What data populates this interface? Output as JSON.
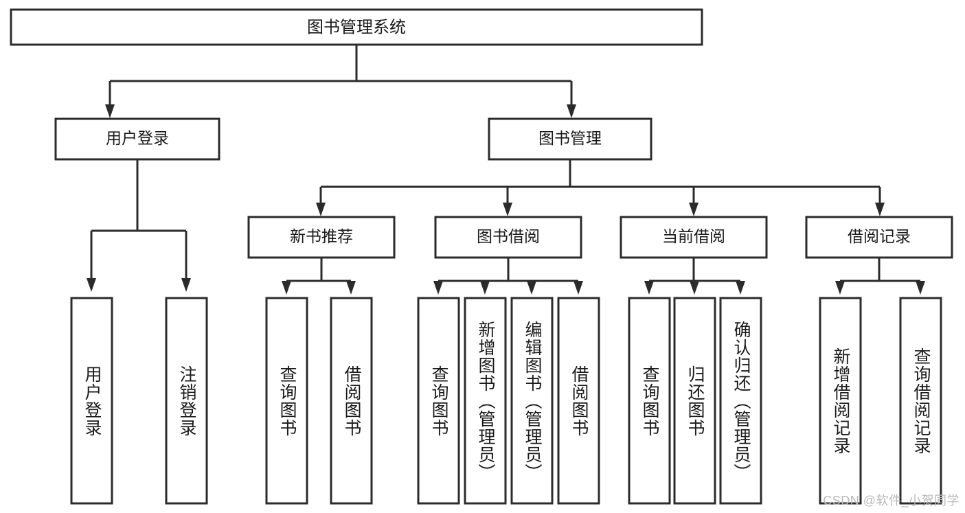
{
  "diagram": {
    "title_node": {
      "label": "图书管理系统"
    },
    "level1": [
      {
        "id": "user-login",
        "label": "用户登录"
      },
      {
        "id": "book-management",
        "label": "图书管理"
      }
    ],
    "level2": [
      {
        "id": "new-book-recommend",
        "label": "新书推荐"
      },
      {
        "id": "book-borrow",
        "label": "图书借阅"
      },
      {
        "id": "current-borrow",
        "label": "当前借阅"
      },
      {
        "id": "borrow-record",
        "label": "借阅记录"
      }
    ],
    "leaves": [
      {
        "id": "leaf-user-login",
        "label": "用户登录",
        "group": "user-login"
      },
      {
        "id": "leaf-logout-login",
        "label": "注销登录",
        "group": "user-login"
      },
      {
        "id": "leaf-query-book-1",
        "label": "查询图书",
        "group": "new-book-recommend"
      },
      {
        "id": "leaf-borrow-book-1",
        "label": "借阅图书",
        "group": "new-book-recommend"
      },
      {
        "id": "leaf-query-book-2",
        "label": "查询图书",
        "group": "book-borrow"
      },
      {
        "id": "leaf-add-book",
        "label": "新增图书（管理员）",
        "group": "book-borrow"
      },
      {
        "id": "leaf-edit-book",
        "label": "编辑图书（管理员）",
        "group": "book-borrow"
      },
      {
        "id": "leaf-borrow-book-2",
        "label": "借阅图书",
        "group": "book-borrow"
      },
      {
        "id": "leaf-query-book-3",
        "label": "查询图书",
        "group": "current-borrow"
      },
      {
        "id": "leaf-return-book",
        "label": "归还图书",
        "group": "current-borrow"
      },
      {
        "id": "leaf-confirm-return",
        "label": "确认归还（管理员）",
        "group": "current-borrow"
      },
      {
        "id": "leaf-add-record",
        "label": "新增借阅记录",
        "group": "borrow-record"
      },
      {
        "id": "leaf-query-record",
        "label": "查询借阅记录",
        "group": "borrow-record"
      }
    ],
    "watermark": "CSDN @软件_小贺同学",
    "colors": {
      "box_stroke": "#2b2b2b",
      "box_fill": "#ffffff",
      "text": "#1a1a1a",
      "watermark": "#b9b9b9",
      "background": "#ffffff"
    }
  }
}
